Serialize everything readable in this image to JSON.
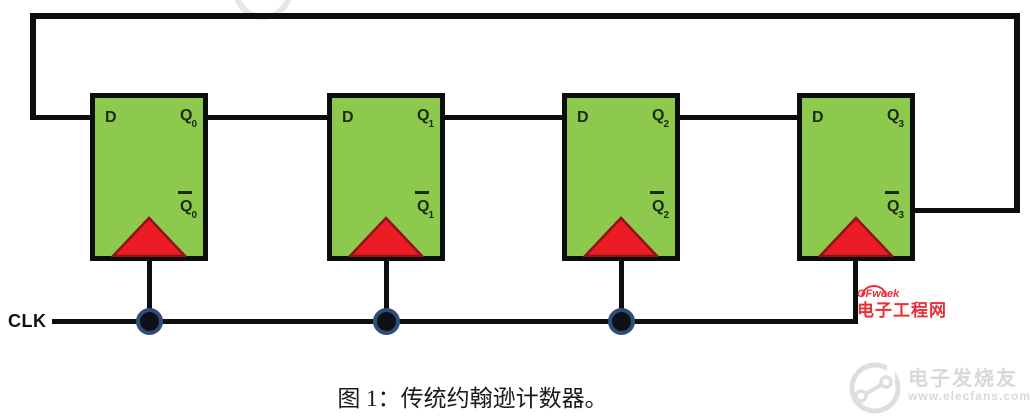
{
  "caption": "图 1：传统约翰逊计数器。",
  "clock": {
    "label": "CLK"
  },
  "flip_flops": [
    {
      "d": "D",
      "q": "Q",
      "sub": "0"
    },
    {
      "d": "D",
      "q": "Q",
      "sub": "1"
    },
    {
      "d": "D",
      "q": "Q",
      "sub": "2"
    },
    {
      "d": "D",
      "q": "Q",
      "sub": "3"
    }
  ],
  "watermarks": {
    "ofweek": {
      "brand": "OFweek",
      "site": "电子工程网"
    },
    "elecfans": {
      "name": "电子发烧友",
      "url": "www.elecfans.com"
    }
  },
  "colors": {
    "wire": "#0d0d0d",
    "box_fill": "#8dc94c",
    "triangle": "#ed1c24",
    "triangle_edge": "#8e1217",
    "dot_ring": "#2e4d79",
    "label": "#1c2b10",
    "watermark_red": "#e73037",
    "watermark_gray": "#d8d8d8"
  }
}
